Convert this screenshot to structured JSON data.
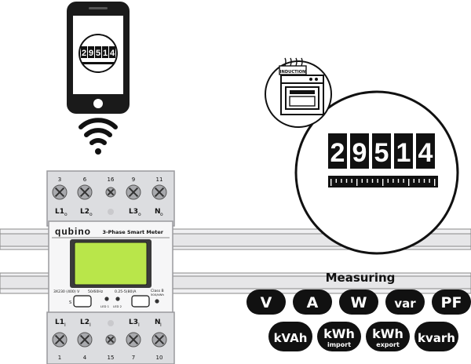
{
  "phone": {
    "reading": [
      "2",
      "9",
      "5",
      "1",
      "4"
    ]
  },
  "meter": {
    "brand": "qubino",
    "model": "3-Phase Smart Meter",
    "terminals_top": [
      "3",
      "6",
      "16",
      "9",
      "11"
    ],
    "labels_top": [
      "L1o",
      "L2o",
      "L3o",
      "No"
    ],
    "labels_top_main": [
      "L1",
      "L2",
      "L3",
      "N"
    ],
    "labels_top_sub": [
      "o",
      "o",
      "o",
      "o"
    ],
    "terminals_bottom": [
      "1",
      "4",
      "15",
      "7",
      "10"
    ],
    "labels_bottom_main": [
      "L1",
      "L2",
      "L3",
      "N"
    ],
    "labels_bottom_sub": [
      "I",
      "I",
      "I",
      "I"
    ],
    "spec_voltage": "3X230 (400) V",
    "spec_freq": "50/60Hz",
    "spec_current": "0.25-5(80)A",
    "spec_class": "Class B",
    "spec_rate": "500/kWh",
    "led1": "LED 1",
    "led2": "LED 2",
    "s_button": "S"
  },
  "oven": {
    "label": "INDUCTION"
  },
  "zoom_reading": [
    "2",
    "9",
    "5",
    "1",
    "4"
  ],
  "measuring": {
    "title": "Measuring",
    "row1": [
      "V",
      "A",
      "W",
      "var",
      "PF"
    ],
    "row2": [
      {
        "main": "kVAh",
        "sub": ""
      },
      {
        "main": "kWh",
        "sub": "import"
      },
      {
        "main": "kWh",
        "sub": "export"
      },
      {
        "main": "kvarh",
        "sub": ""
      }
    ]
  },
  "colors": {
    "lcd": "#b9e64a",
    "meter_body": "#dcdde0",
    "pill": "#111111",
    "rail": "#e8e8ea"
  },
  "icons": [
    "smartphone-icon",
    "wifi-icon",
    "induction-oven-icon"
  ]
}
